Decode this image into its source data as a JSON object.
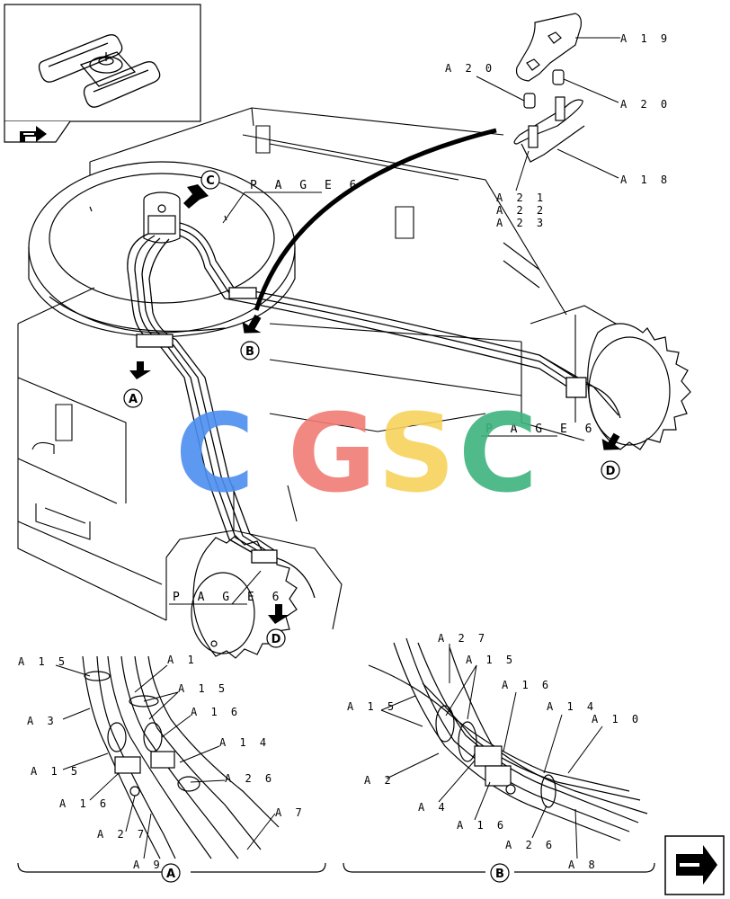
{
  "watermark": {
    "letters": [
      {
        "char": "C",
        "color": "#4d8ef0"
      },
      {
        "char": "G",
        "color": "#f07c74"
      },
      {
        "char": "S",
        "color": "#f7d35c"
      },
      {
        "char": "C",
        "color": "#3fb37f"
      }
    ]
  },
  "main_view": {
    "page_refs": [
      "P A G E   6",
      "P A G E   6",
      "P A G E   6"
    ],
    "callouts": {
      "C": "C",
      "B": "B",
      "A": "A",
      "D_right": "D",
      "D_bottom": "D"
    }
  },
  "detail_top_right": {
    "labels": {
      "A19": "A 1 9",
      "A20_left": "A 2 0",
      "A20_right": "A 2 0",
      "A18": "A 1 8",
      "A21": "A 2 1",
      "A22": "A 2 2",
      "A23": "A 2 3"
    }
  },
  "detail_A": {
    "title": "A",
    "labels": {
      "A15_a": "A 1 5",
      "A1": "A 1",
      "A15_b": "A 1 5",
      "A3": "A 3",
      "A16_a": "A 1 6",
      "A14": "A 1 4",
      "A15_c": "A 1 5",
      "A26": "A 2 6",
      "A16_b": "A 1 6",
      "A7": "A 7",
      "A27": "A 2 7",
      "A9": "A 9"
    }
  },
  "detail_B": {
    "title": "B",
    "labels": {
      "A27": "A 2 7",
      "A15_a": "A 1 5",
      "A15_b": "A 1 5",
      "A16_a": "A 1 6",
      "A14": "A 1 4",
      "A10": "A 1 0",
      "A2": "A 2",
      "A4": "A 4",
      "A16_b": "A 1 6",
      "A26": "A 2 6",
      "A8": "A 8"
    }
  },
  "icons": {
    "inset": "machine-inset-icon",
    "nav_small": "page-arrow-icon",
    "nav_large": "next-page-arrow-icon"
  }
}
